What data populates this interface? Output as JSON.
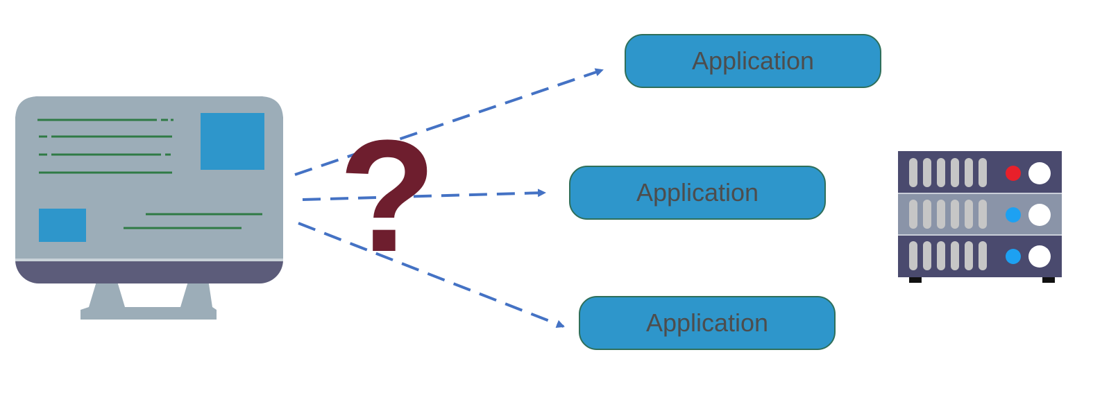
{
  "colors": {
    "arrow": "#4472c4",
    "app_box_fill": "#2e96cb",
    "app_box_border": "#2f6f5a",
    "app_text": "#4d4d4d",
    "question_mark": "#6e1e2e",
    "monitor_screen": "#9cadb8",
    "monitor_bezel": "#5c5c7a",
    "monitor_lines": "#2f7a45",
    "monitor_blocks": "#2e96cb",
    "server_body": "#4a4a6e",
    "server_middle": "#8a94a8",
    "led_red": "#e8202a",
    "led_blue": "#1da1f2"
  },
  "question_mark": "?",
  "applications": [
    {
      "label": "Application"
    },
    {
      "label": "Application"
    },
    {
      "label": "Application"
    }
  ],
  "icons": {
    "client": "desktop-monitor-icon",
    "backend": "server-rack-icon"
  }
}
